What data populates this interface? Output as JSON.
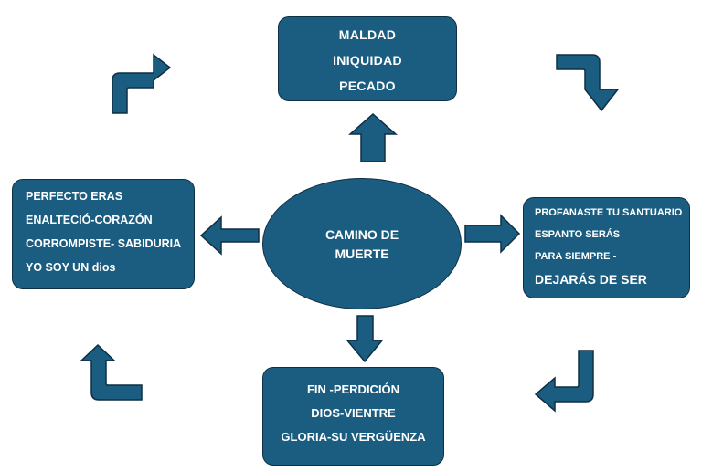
{
  "top_box": {
    "lines": [
      "MALDAD",
      "INIQUIDAD",
      "PECADO"
    ]
  },
  "left_box": {
    "lines": [
      "PERFECTO ERAS",
      "ENALTECIÓ-CORAZÓN",
      "CORROMPISTE- SABIDURIA",
      "YO SOY UN dios"
    ]
  },
  "center": {
    "lines": [
      "CAMINO DE",
      "MUERTE"
    ]
  },
  "right_box": {
    "lines": [
      "PROFANASTE TU SANTUARIO",
      "ESPANTO SERÁS",
      "PARA SIEMPRE -",
      "DEJARÁS DE SER"
    ]
  },
  "bottom_box": {
    "lines": [
      "FIN -PERDICIÓN",
      "DIOS-VIENTRE",
      "GLORIA-SU VERGÜENZA"
    ]
  },
  "colors": {
    "shape_fill": "#1a5d80",
    "shape_border": "#0f2f44",
    "text": "#ffffff"
  }
}
